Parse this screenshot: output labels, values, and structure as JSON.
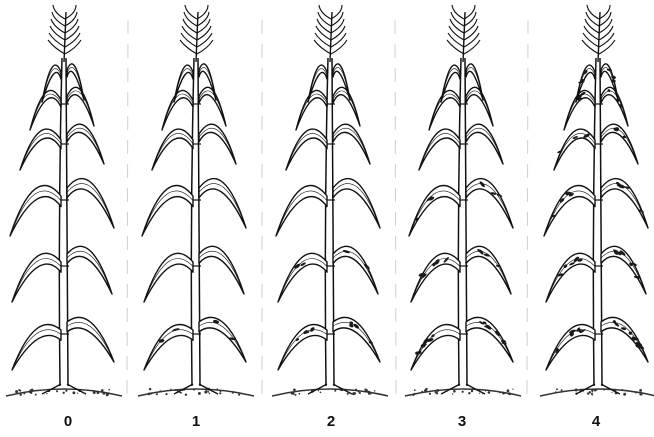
{
  "plants": [
    {
      "label": "0",
      "severity": 0
    },
    {
      "label": "1",
      "severity": 1
    },
    {
      "label": "2",
      "severity": 2
    },
    {
      "label": "3",
      "severity": 3
    },
    {
      "label": "4",
      "severity": 4
    }
  ],
  "colors": {
    "line": "#111111",
    "leaf_fill": "#ffffff",
    "lesion": "#1a1a1a",
    "soil": "#333333"
  }
}
